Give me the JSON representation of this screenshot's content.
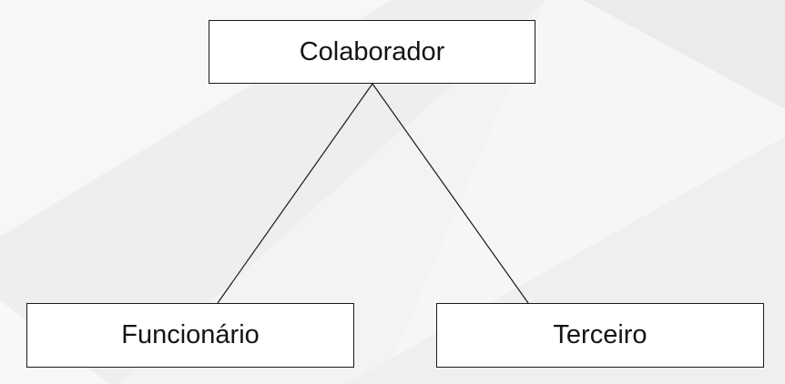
{
  "diagram": {
    "root": {
      "label": "Colaborador"
    },
    "children": [
      {
        "label": "Funcionário"
      },
      {
        "label": "Terceiro"
      }
    ]
  },
  "colors": {
    "background": "#f4f4f4",
    "node_fill": "#ffffff",
    "node_border": "#1a1a1a",
    "text": "#141414"
  }
}
